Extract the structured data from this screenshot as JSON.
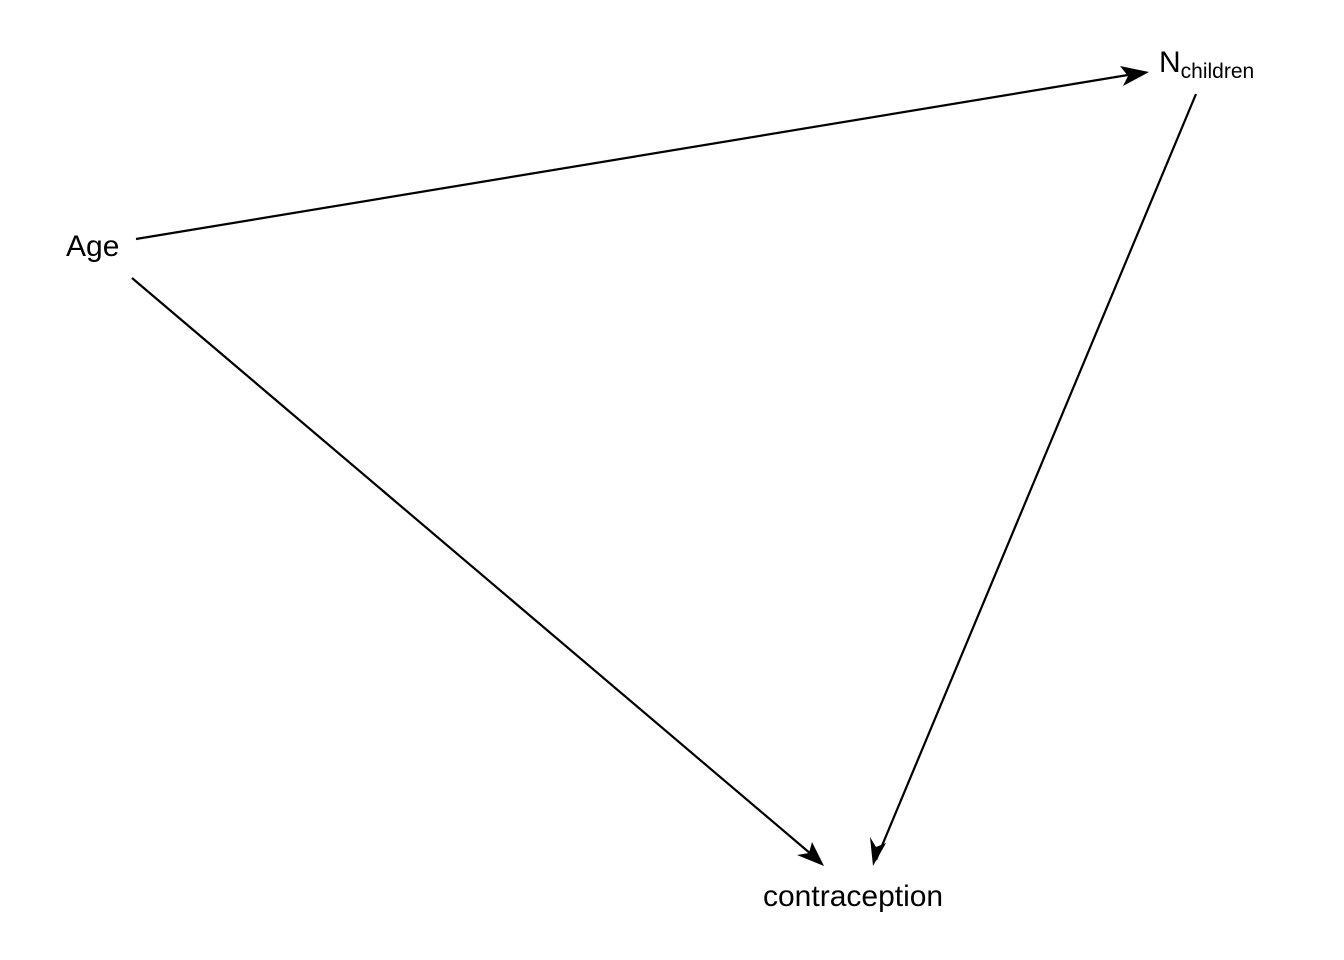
{
  "diagram": {
    "nodes": [
      {
        "id": "age",
        "label": "Age",
        "subscript": ""
      },
      {
        "id": "nchildren",
        "label": "N",
        "subscript": "children"
      },
      {
        "id": "contraception",
        "label": "contraception",
        "subscript": ""
      }
    ],
    "edges": [
      {
        "from": "age",
        "to": "nchildren"
      },
      {
        "from": "age",
        "to": "contraception"
      },
      {
        "from": "nchildren",
        "to": "contraception"
      }
    ],
    "colors": {
      "background": "#ffffff",
      "stroke": "#000000",
      "text": "#000000"
    }
  }
}
